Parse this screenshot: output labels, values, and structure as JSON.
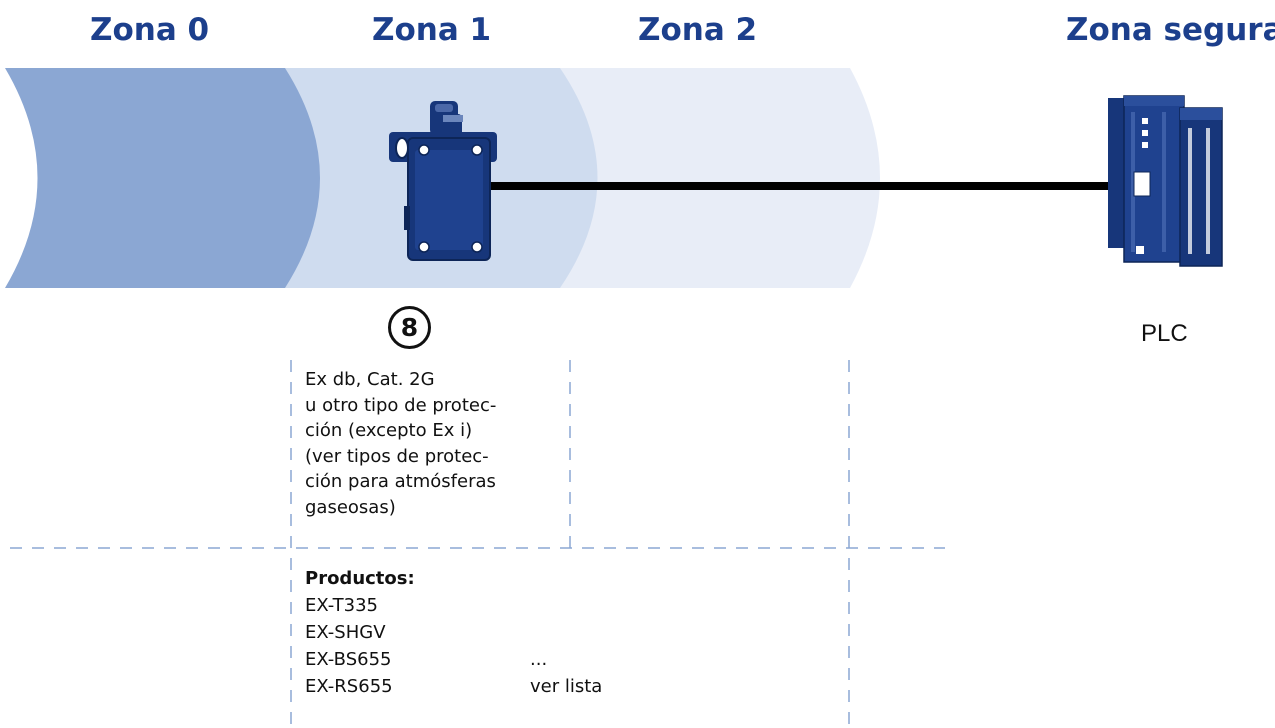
{
  "zones": [
    {
      "name": "Zona 0",
      "color": "#8ba7d3"
    },
    {
      "name": "Zona 1",
      "color": "#cfdcef"
    },
    {
      "name": "Zona 2",
      "color": "#e8edf7"
    },
    {
      "name": "Zona segura",
      "color": "#ffffff"
    }
  ],
  "colors": {
    "title": "#1c3f8c",
    "device": "#17367a",
    "line": "#000000"
  },
  "icons": {
    "device": "limit-switch-icon",
    "controller": "plc-icon"
  },
  "marker": "8",
  "plc_label": "PLC",
  "protection_lines": [
    "Ex db, Cat. 2G",
    "u otro tipo de protec-",
    "ción (excepto Ex i)",
    "(ver tipos de protec-",
    "ción para atmósferas",
    "gaseosas)"
  ],
  "products": {
    "heading": "Productos:",
    "items": [
      "EX-T335",
      "EX-SHGV",
      "EX-BS655",
      "EX-RS655"
    ],
    "more": [
      "...",
      "ver lista"
    ]
  }
}
